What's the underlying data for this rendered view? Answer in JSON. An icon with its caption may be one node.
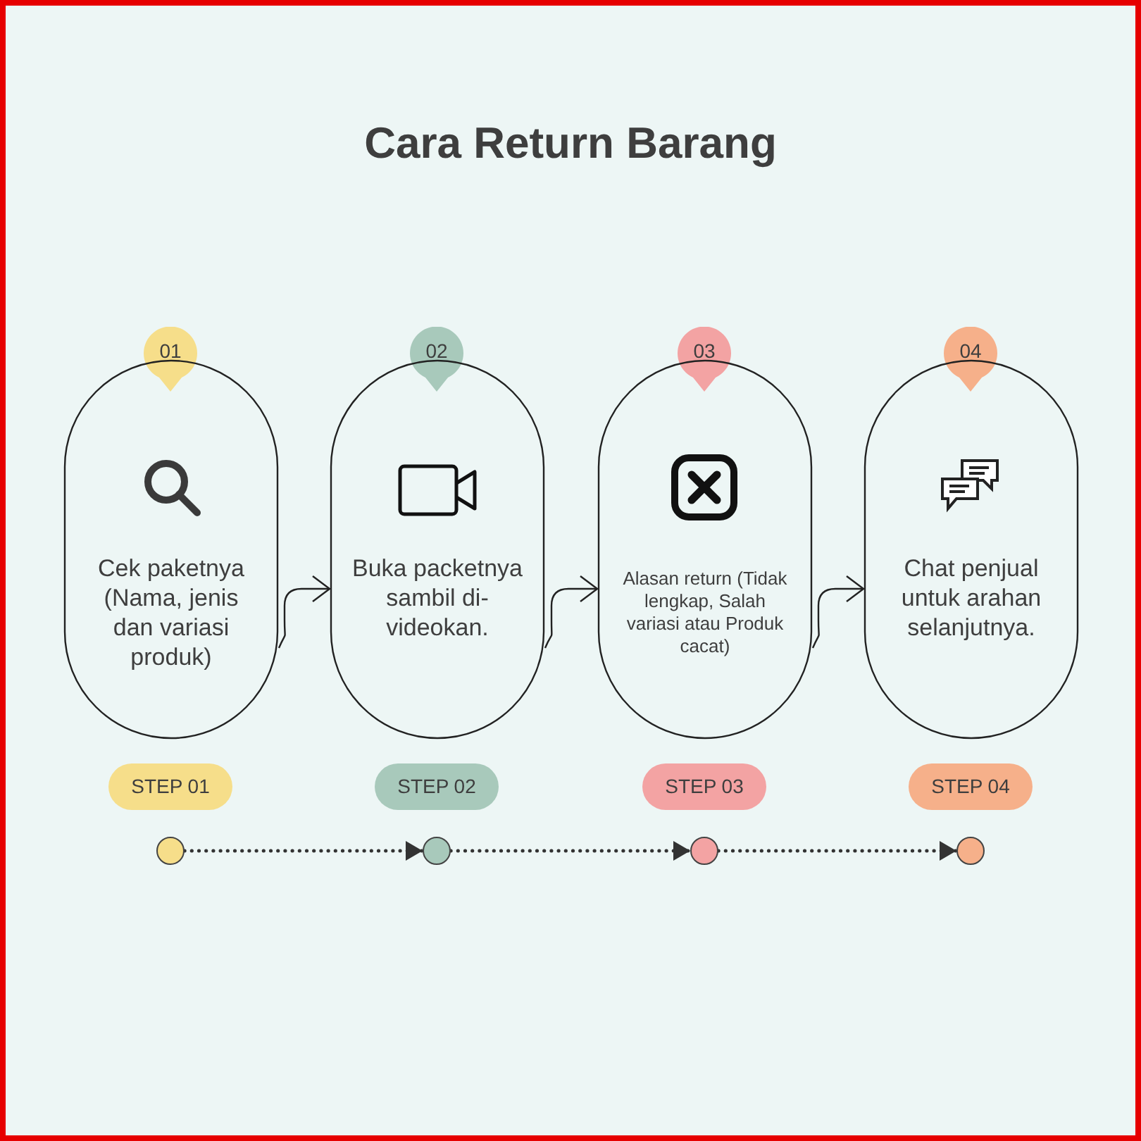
{
  "diagram": {
    "title": "Cara Return Barang",
    "nodes": [
      {
        "text": [
          "01"
        ]
      },
      {
        "text": [
          "02"
        ]
      },
      {
        "text": [
          "03"
        ]
      },
      {
        "text": [
          "04"
        ]
      },
      {
        "text": [
          "Cek paketnya (Nama, jenis dan variasi produk)"
        ]
      },
      {
        "text": [
          "Buka packetnya sambil di-videokan."
        ]
      },
      {
        "text": [
          "Alasan return (Tidak lengkap, Salah variasi atau Produk cacat)"
        ]
      },
      {
        "text": [
          "Chat penjual untuk arahan selanjutnya."
        ]
      },
      {
        "text": [
          "STEP 01"
        ]
      },
      {
        "text": [
          "STEP 02"
        ]
      },
      {
        "text": [
          "STEP 03"
        ]
      },
      {
        "text": [
          "STEP 04"
        ]
      },
      {
        "text": [],
        "shape": "circle"
      },
      {
        "text": [],
        "shape": "circle"
      },
      {
        "text": [],
        "shape": "circle"
      },
      {
        "text": [],
        "shape": "circle"
      }
    ],
    "edges": [
      {
        "from": 4,
        "to": 5,
        "arrow": "to"
      },
      {
        "from": 5,
        "to": 6,
        "arrow": "to"
      },
      {
        "from": 6,
        "to": 7,
        "arrow": "to"
      },
      {
        "from": 12,
        "to": 13,
        "arrow": "to",
        "style": "dashed"
      },
      {
        "from": 13,
        "to": 14,
        "arrow": "to",
        "style": "dashed"
      },
      {
        "from": 14,
        "to": 15,
        "arrow": "to",
        "style": "dashed"
      }
    ]
  }
}
